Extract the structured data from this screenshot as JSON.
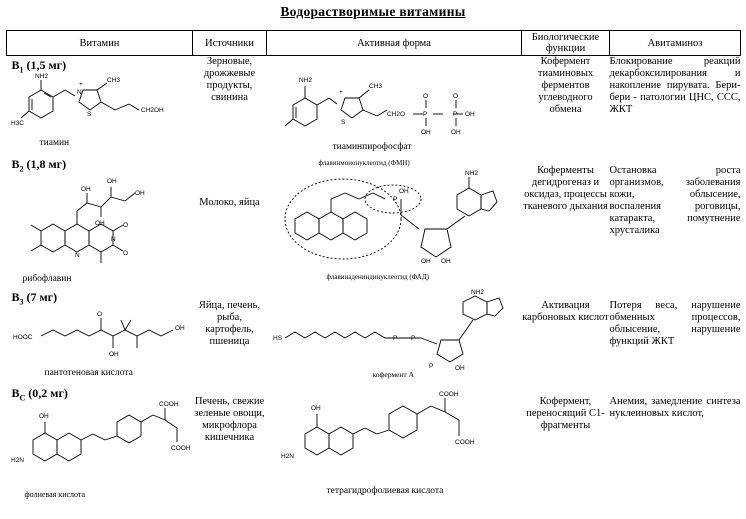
{
  "title": "Водорастворимые витамины",
  "headers": {
    "vitamin": "Витамин",
    "sources": "Источники",
    "active_form": "Активная форма",
    "functions": "Биологические функции",
    "deficiency": "Авитаминоз"
  },
  "rows": [
    {
      "vitamin_letter": "B",
      "vitamin_sub": "1",
      "vitamin_dose": " (1,5 мг)",
      "compound_label": "тиамин",
      "sources": "Зерновые, дрожжевые продукты, свинина",
      "active_form_label": "тиаминпирофосфат",
      "active_form_label2": "",
      "functions": "Кофермент тиаминовых ферментов углеводного обмена",
      "deficiency": "Блокирование реакций декарбоксилирования и накопление пирувата. Бери-бери - патологии ЦНС, ССС, ЖКТ"
    },
    {
      "vitamin_letter": "B",
      "vitamin_sub": "2",
      "vitamin_dose": " (1,8 мг)",
      "compound_label": "рибофлавин",
      "sources": "Молоко, яйца",
      "active_form_label": "флавинмононуклеотид (ФМН)",
      "active_form_label2": "флавинадениндинуклеотид (ФАД)",
      "functions": "Коферменты дегидрогеназ и оксидаз, процессы тканевого дыхания",
      "deficiency": "Остановка роста организмов, заболевания кожи, облысение, воспаления роговицы, катаракта, помутнение хрусталика"
    },
    {
      "vitamin_letter": "B",
      "vitamin_sub": "3",
      "vitamin_dose": " (7 мг)",
      "compound_label": "пантотеновая кислота",
      "sources": "Яйца, печень, рыба, картофель, пшеница",
      "active_form_label": "кофермент А",
      "active_form_label2": "",
      "functions": "Активация карбоновых кислот",
      "deficiency": "Потеря веса, нарушение обменных процессов, облысение, нарушение функций ЖКТ"
    },
    {
      "vitamin_letter": "B",
      "vitamin_sub": "C",
      "vitamin_dose": " (0,2 мг)",
      "compound_label": "фолиевая кислота",
      "sources": "Печень, свежие зеленые овощи, микрофлора кишечника",
      "active_form_label": "тетрагидрофолиевая кислота",
      "active_form_label2": "",
      "functions": "Кофермент, переносящий С1-фрагменты",
      "deficiency": "Анемия, замедление синтеза нуклеиновых кислот,"
    }
  ],
  "atoms": {
    "nh2": "NH2",
    "h2n": "H2N",
    "h3c": "H3C",
    "ch3": "CH3",
    "oh": "OH",
    "o": "O",
    "n": "N",
    "s": "S",
    "p": "P",
    "plus": "+",
    "ch2oh": "CH2OH",
    "cooh": "COOH",
    "hooc": "HOOC",
    "ch2o": "CH2O",
    "hs": "HS"
  }
}
